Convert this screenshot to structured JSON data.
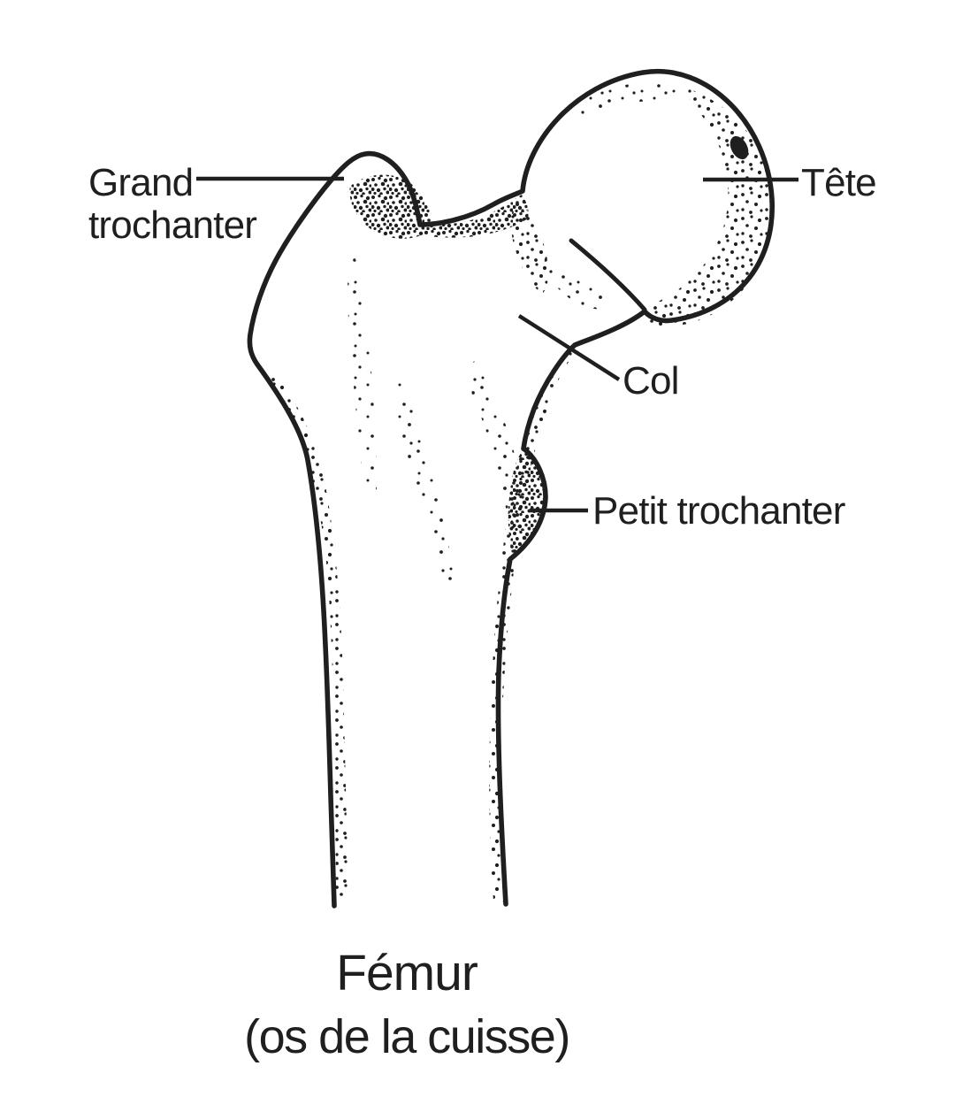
{
  "figure": {
    "labels": {
      "grand_trochanter": "Grand trochanter",
      "tete": "Tête",
      "col": "Col",
      "petit_trochanter": "Petit trochanter"
    },
    "caption": {
      "title": "Fémur",
      "subtitle": "(os de la cuisse)"
    },
    "ink_color": "#1f1f1f",
    "background_color": "#ffffff"
  }
}
